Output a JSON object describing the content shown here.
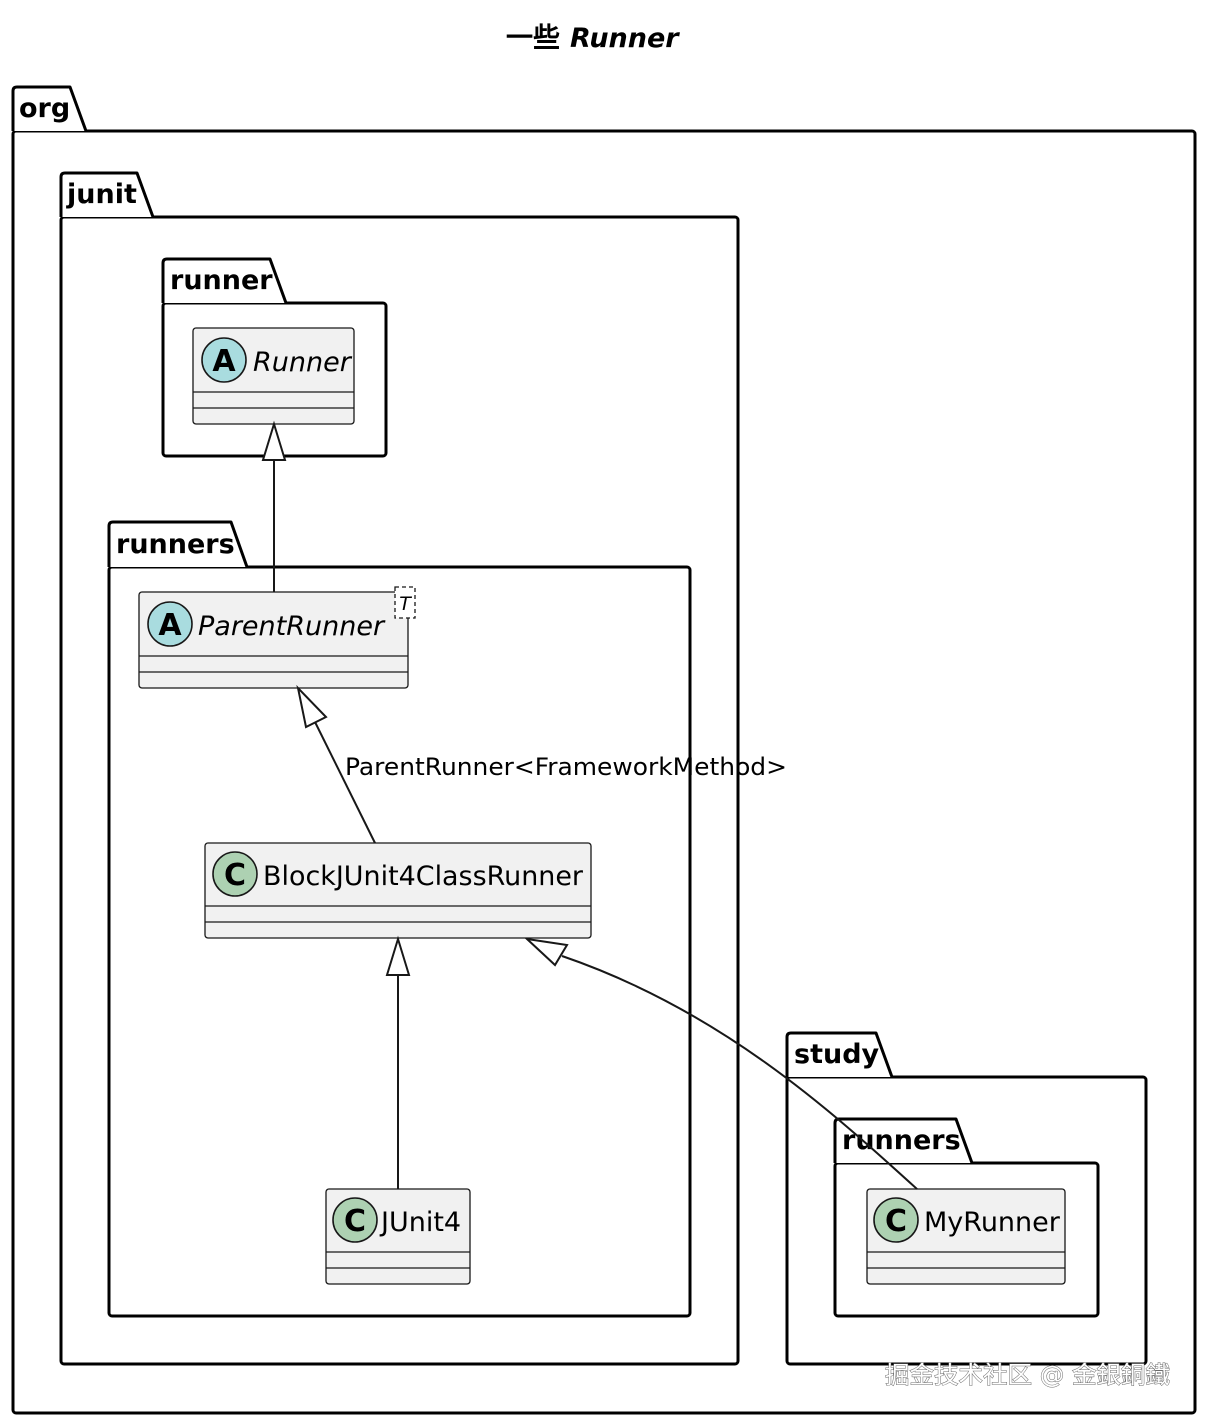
{
  "diagram": {
    "title": {
      "prefix": "一些",
      "emphasis": "Runner"
    },
    "packages": {
      "org": "org",
      "junit": "junit",
      "runner": "runner",
      "runners": "runners",
      "study": "study",
      "study_runners": "runners"
    },
    "classes": {
      "runner": {
        "name": "Runner",
        "kind": "abstract",
        "badge": "A"
      },
      "parent_runner": {
        "name": "ParentRunner",
        "kind": "abstract",
        "badge": "A",
        "type_param": "T"
      },
      "block_runner": {
        "name": "BlockJUnit4ClassRunner",
        "kind": "class",
        "badge": "C"
      },
      "junit4": {
        "name": "JUnit4",
        "kind": "class",
        "badge": "C"
      },
      "my_runner": {
        "name": "MyRunner",
        "kind": "class",
        "badge": "C"
      }
    },
    "relations": [
      {
        "from": "ParentRunner",
        "to": "Runner",
        "type": "extends"
      },
      {
        "from": "BlockJUnit4ClassRunner",
        "to": "ParentRunner",
        "type": "extends",
        "label": "ParentRunner<FrameworkMethod>"
      },
      {
        "from": "JUnit4",
        "to": "BlockJUnit4ClassRunner",
        "type": "extends"
      },
      {
        "from": "MyRunner",
        "to": "BlockJUnit4ClassRunner",
        "type": "extends"
      }
    ],
    "edge_labels": {
      "parent_block": "ParentRunner<FrameworkMethod>"
    },
    "watermark": "掘金技术社区 @ 金銀銅鐵",
    "colors": {
      "class_fill": "#f1f1f1",
      "class_badge": "#add1b2",
      "abstract_badge": "#a9dcdf",
      "stroke": "#181818"
    }
  }
}
